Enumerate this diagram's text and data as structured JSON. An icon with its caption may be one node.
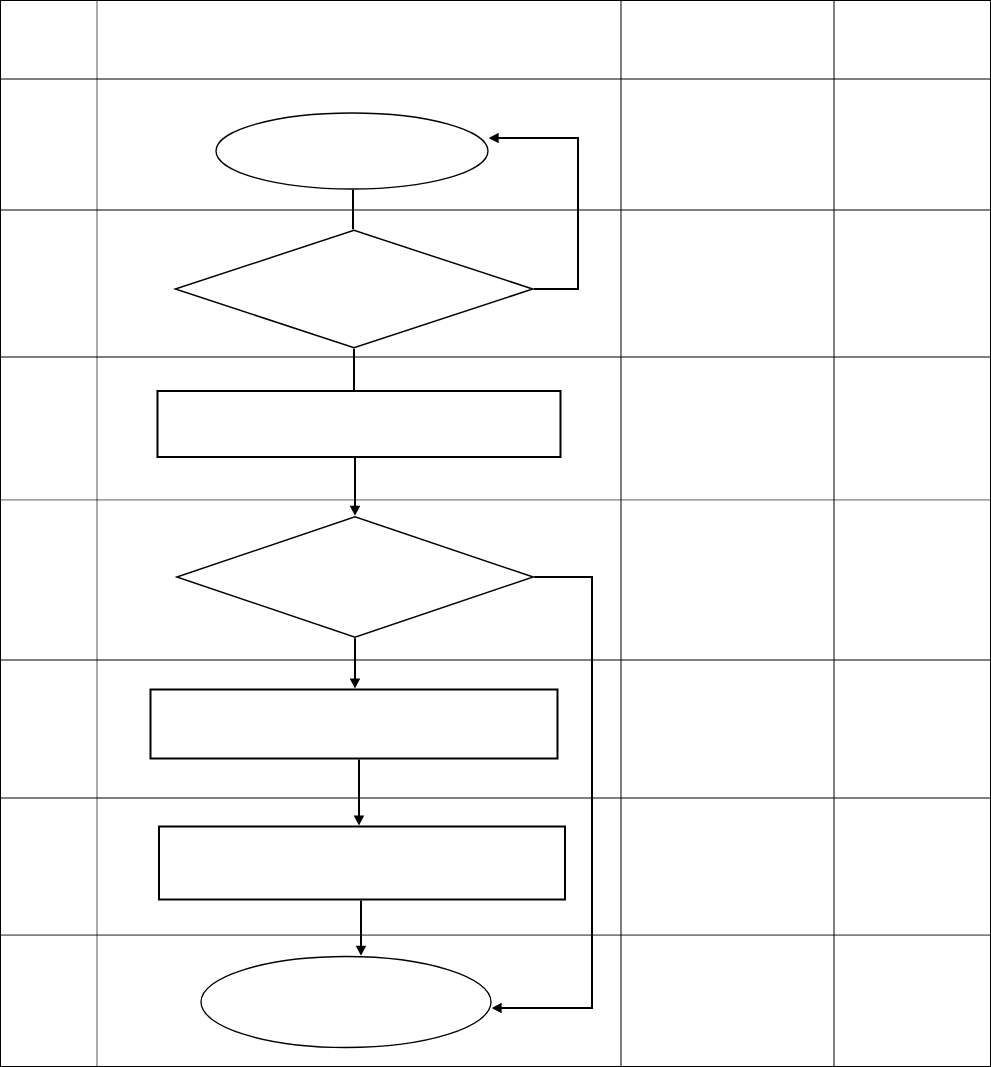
{
  "diagram": {
    "nodes": [
      {
        "text": [],
        "shape": "ellipse"
      },
      {
        "text": [],
        "shape": "diamond"
      },
      {
        "text": [],
        "shape": "box"
      },
      {
        "text": [],
        "shape": "diamond"
      },
      {
        "text": [],
        "shape": "box"
      },
      {
        "text": [],
        "shape": "box"
      },
      {
        "text": [],
        "shape": "ellipse"
      }
    ],
    "edges": [
      {
        "from": 0,
        "to": 1,
        "arrow": "none"
      },
      {
        "from": 1,
        "to": 0,
        "arrow": "to"
      },
      {
        "from": 1,
        "to": 2,
        "arrow": "none"
      },
      {
        "from": 2,
        "to": 3,
        "arrow": "to"
      },
      {
        "from": 3,
        "to": 4,
        "arrow": "to"
      },
      {
        "from": 4,
        "to": 5,
        "arrow": "to"
      },
      {
        "from": 5,
        "to": 6,
        "arrow": "to"
      },
      {
        "from": 3,
        "to": 6,
        "arrow": "to"
      }
    ]
  }
}
